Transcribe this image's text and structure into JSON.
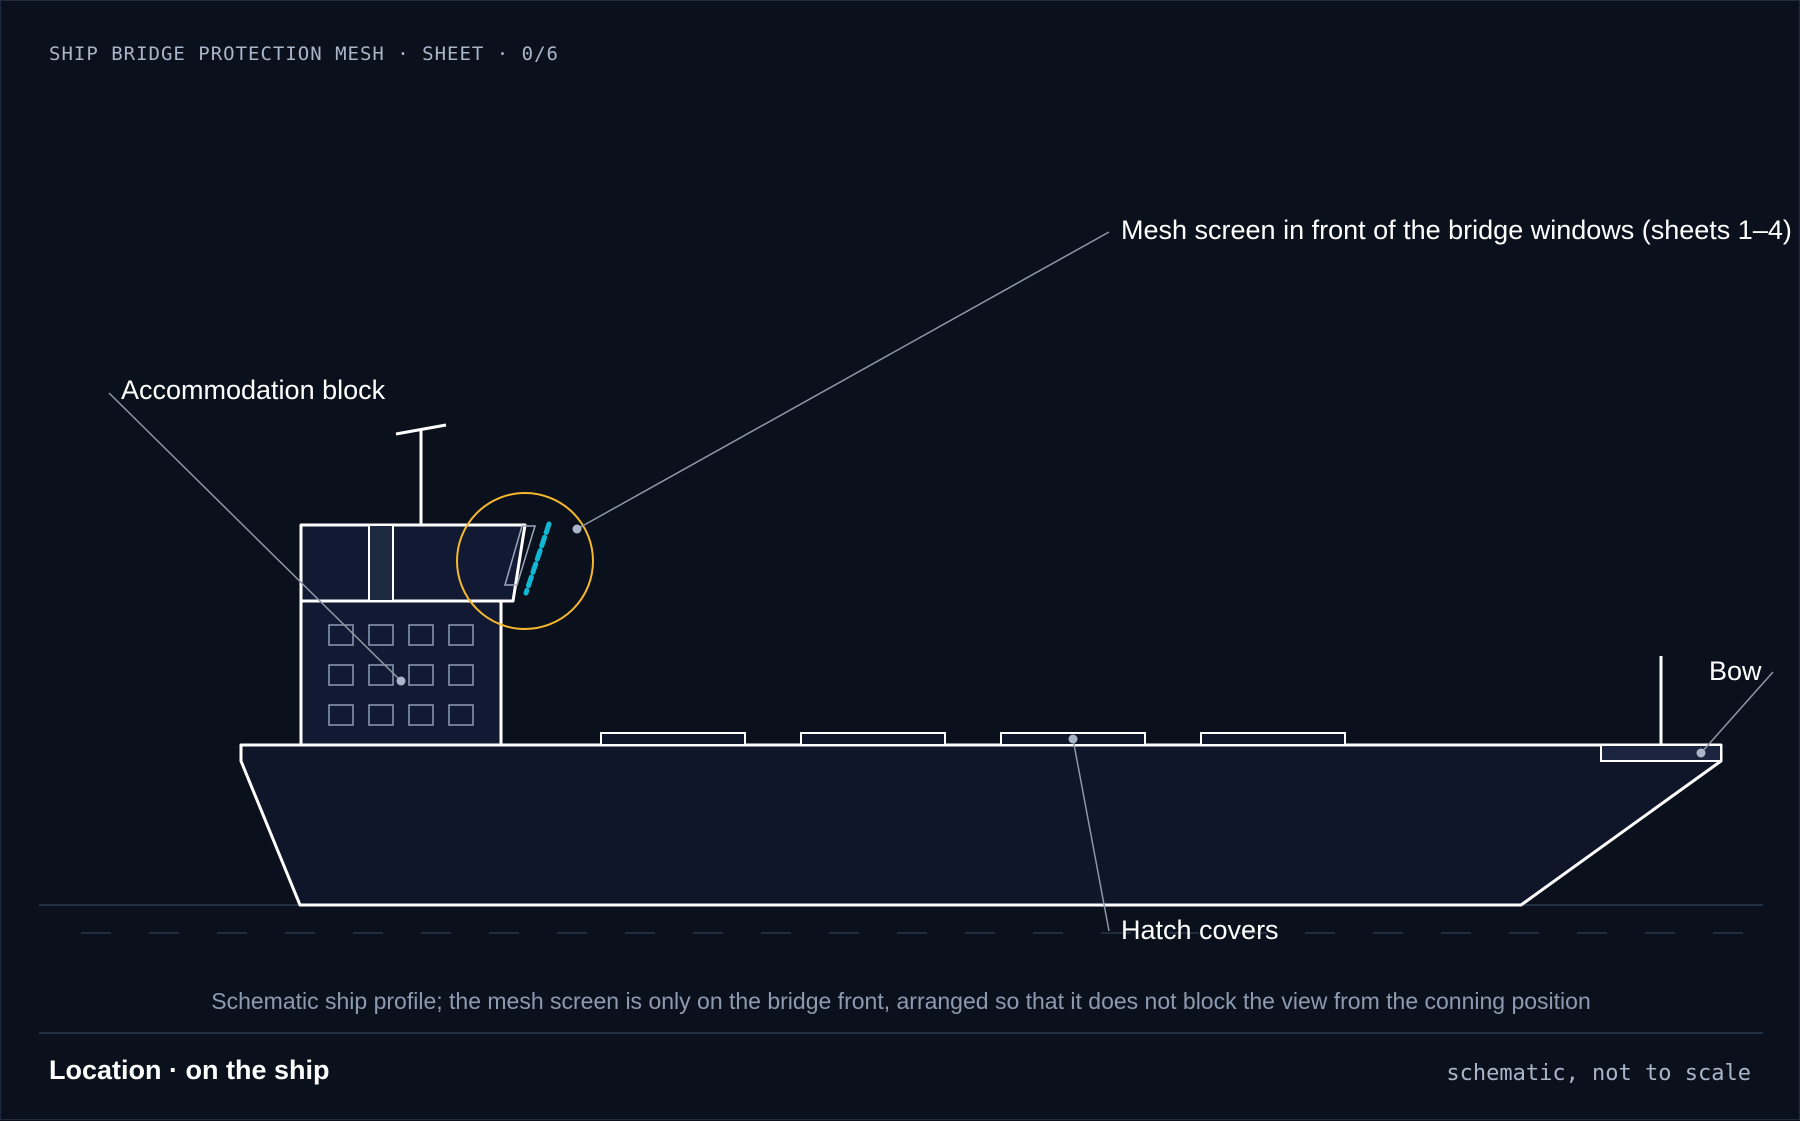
{
  "header": "SHIP BRIDGE PROTECTION MESH · SHEET · 0/6",
  "labels": {
    "mesh": "Mesh screen in front of the bridge windows (sheets 1–4)",
    "accommodation": "Accommodation block",
    "bow": "Bow",
    "hatch": "Hatch covers"
  },
  "caption": "Schematic ship profile; the mesh screen is only on the bridge front, arranged so that it does not block the view from the conning position",
  "footer": {
    "title": "Location · on the ship",
    "note": "schematic, not to scale"
  },
  "colors": {
    "background": "#0b111c",
    "line": "#ffffff",
    "fill": "#111830",
    "mesh": "#10b8d4",
    "highlight": "#f5b82e",
    "leader": "#8d98a8"
  }
}
